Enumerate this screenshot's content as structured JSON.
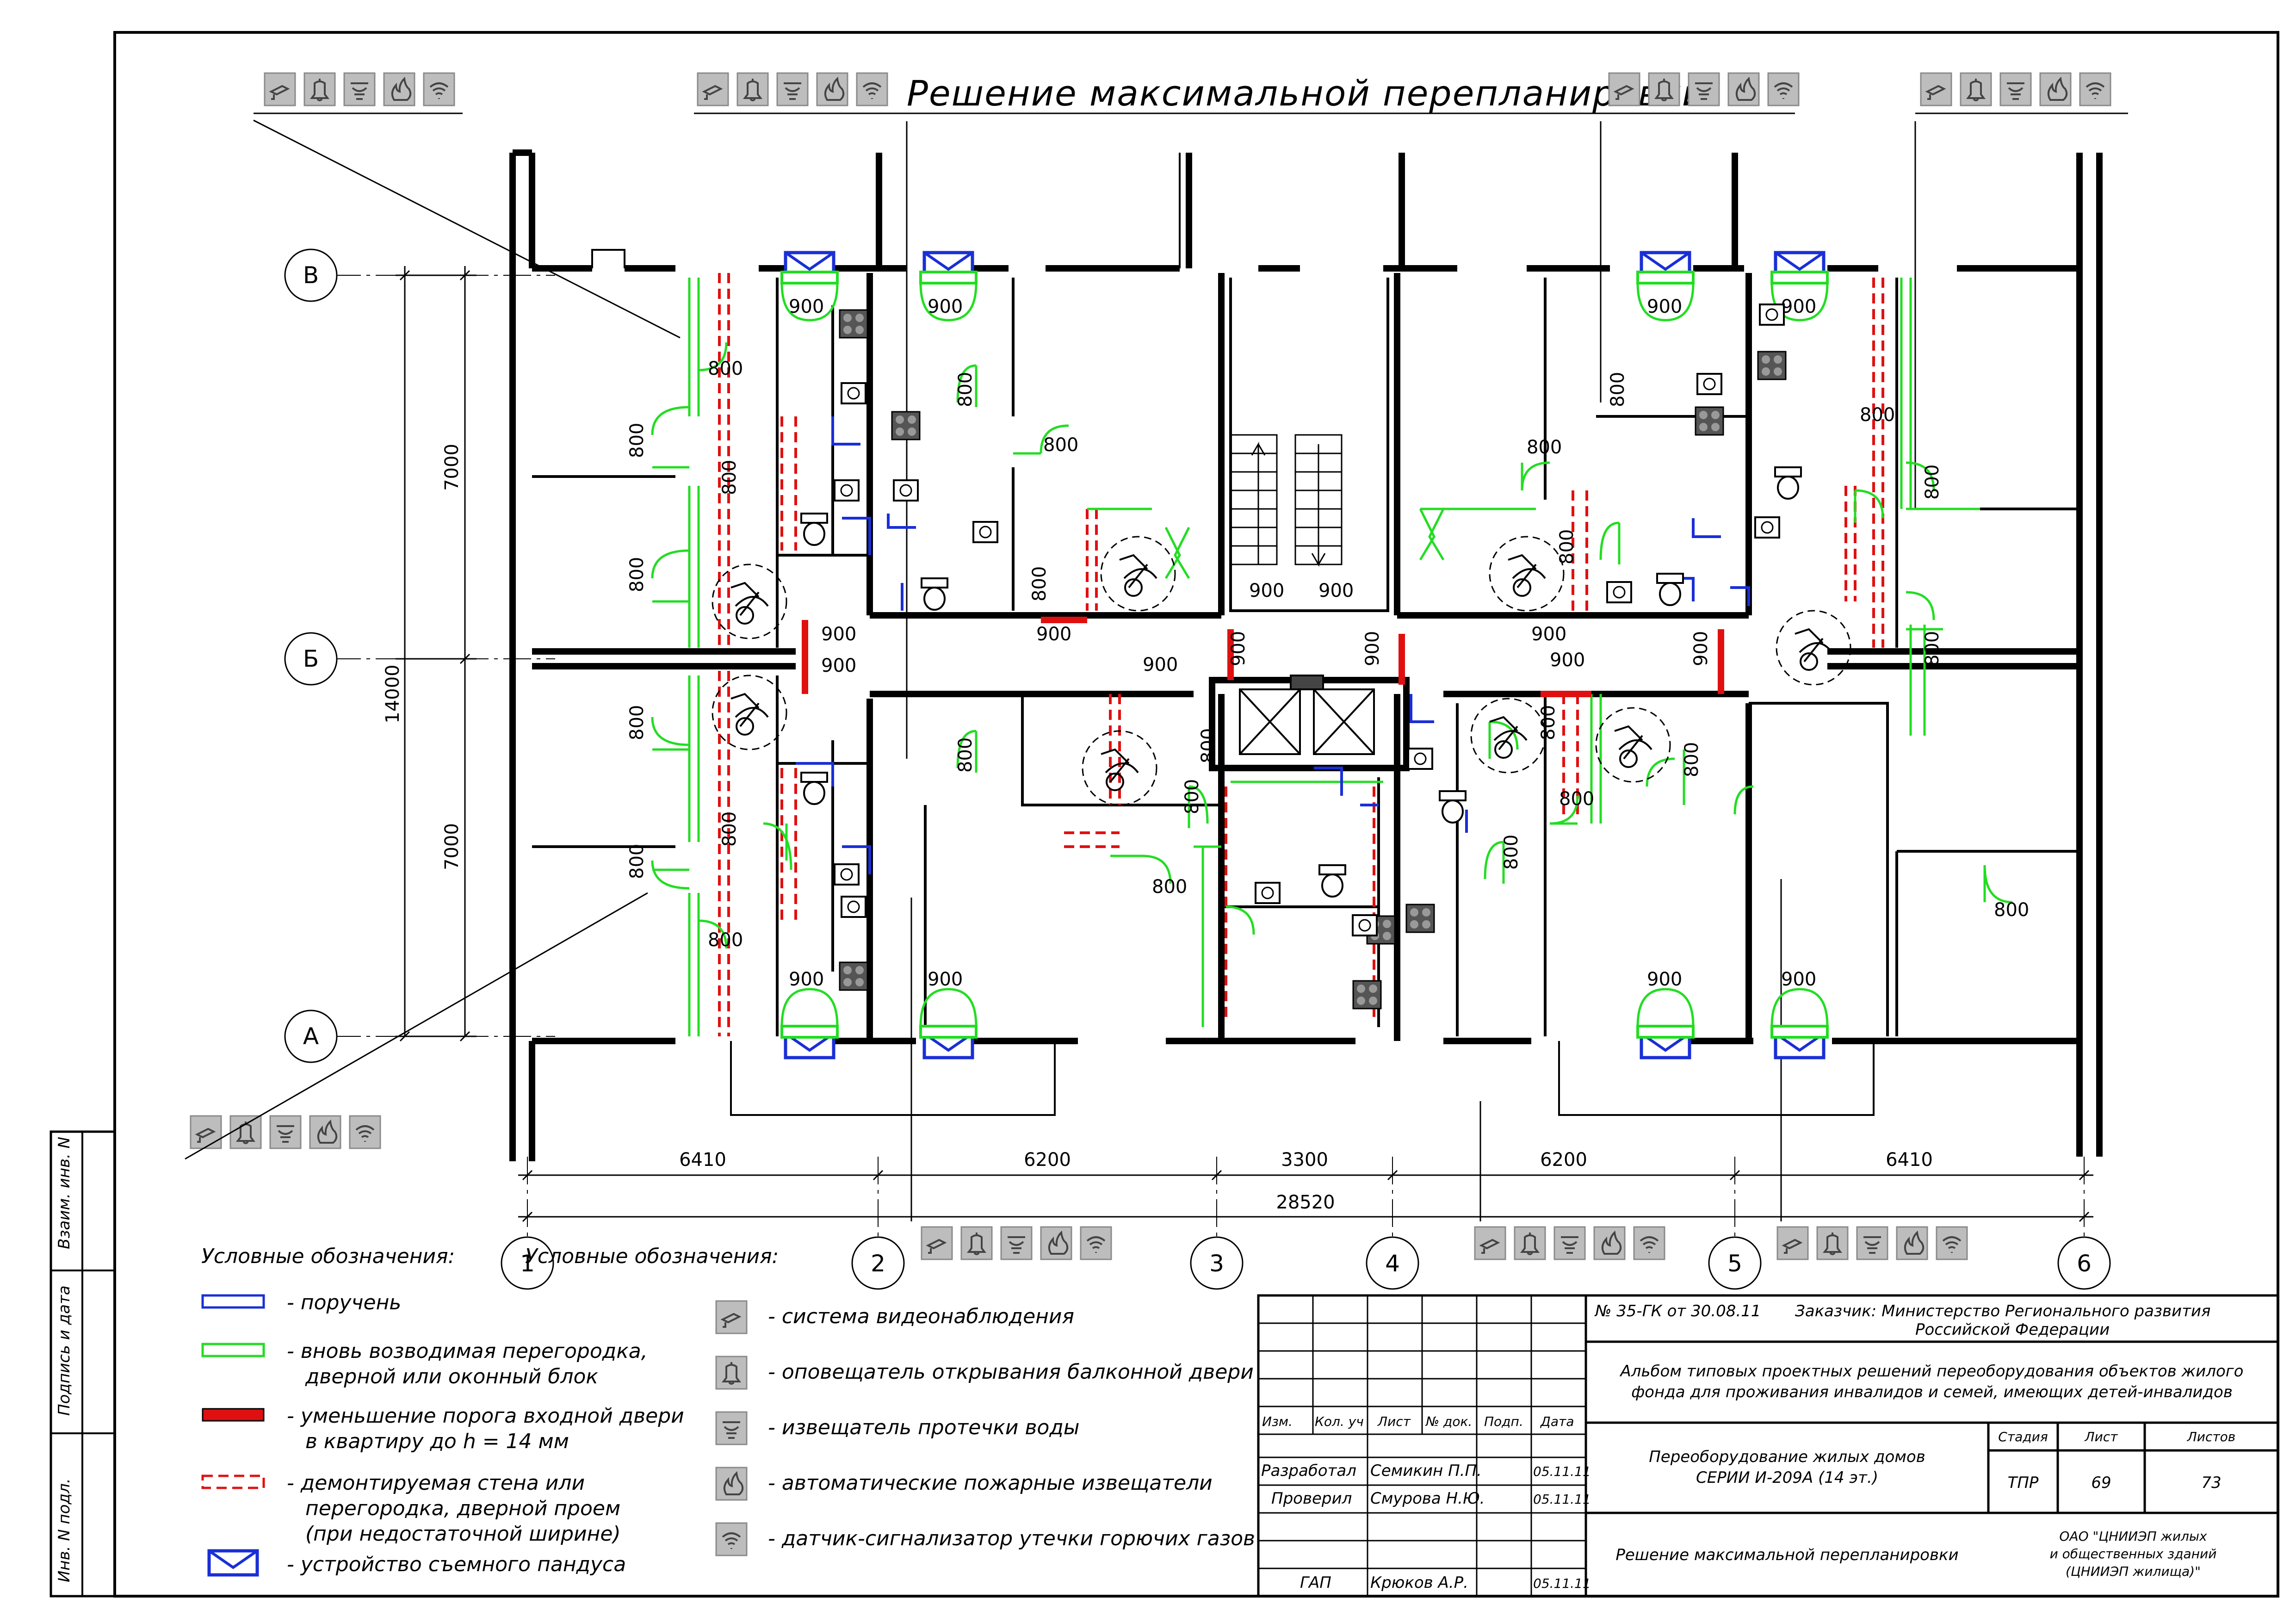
{
  "title": "Решение максимальной перепланировки",
  "axes": {
    "rows": [
      "В",
      "Б",
      "А"
    ],
    "columns": [
      "1",
      "2",
      "3",
      "4",
      "5",
      "6"
    ]
  },
  "dimensions": {
    "vertical_upper": "7000",
    "vertical_total": "14000",
    "vertical_lower": "7000",
    "bottom_spans": [
      "6410",
      "6200",
      "3300",
      "6200",
      "6410"
    ],
    "bottom_total": "28520",
    "window_marks": "900",
    "door_marks": "800"
  },
  "legend": {
    "heading_left": "Условные обозначения:",
    "heading_right": "Условные обозначения:",
    "left_items": [
      {
        "text": "- поручень",
        "symbol": "handrail",
        "color": "#1a2fd6"
      },
      {
        "text": "- вновь возводимая перегородка,",
        "text2": "дверной или оконный блок",
        "symbol": "new-partition",
        "color": "#22dd22"
      },
      {
        "text": "- уменьшение порога входной двери",
        "text2": "в квартиру до h = 14 мм",
        "symbol": "threshold",
        "color": "#e01010"
      },
      {
        "text": "- демонтируемая стена или",
        "text2": "перегородка, дверной проем",
        "text3": "(при недостаточной ширине)",
        "symbol": "demolished",
        "color": "#e01010"
      },
      {
        "text": "- устройство съемного пандуса",
        "symbol": "ramp",
        "color": "#1a2fd6"
      }
    ],
    "right_items": [
      {
        "text": "- система видеонаблюдения",
        "icon": "camera-icon"
      },
      {
        "text": "- оповещатель открывания балконной двери",
        "icon": "bell-icon"
      },
      {
        "text": "- извещатель протечки воды",
        "icon": "water-leak-icon"
      },
      {
        "text": "- автоматические пожарные извещатели",
        "icon": "fire-icon"
      },
      {
        "text": "- датчик-сигнализатор утечки горючих газов",
        "icon": "gas-icon"
      }
    ]
  },
  "stamp": {
    "contract": "№ 35-ГК от 30.08.11",
    "customer": "Заказчик: Министерство Регионального развития",
    "customer2": "Российской Федерации",
    "album": "Альбом типовых проектных решений переоборудования объектов жилого",
    "album2": "фонда для проживания инвалидов и семей, имеющих детей-инвалидов",
    "project": "Переоборудование жилых домов",
    "project2": "СЕРИИ И-209А (14 эт.)",
    "sheet_name": "Решение максимальной перепланировки",
    "org": "ОАО \"ЦНИИЭП жилых",
    "org2": "и общественных зданий",
    "org3": "(ЦНИИЭП жилища)\"",
    "headers": [
      "Изм.",
      "Кол. уч",
      "Лист",
      "№ док.",
      "Подп.",
      "Дата"
    ],
    "stage_label": "Стадия",
    "sheet_label": "Лист",
    "sheets_label": "Листов",
    "stage": "ТПР",
    "sheet": "69",
    "sheets": "73",
    "rows": [
      {
        "role": "Разработал",
        "name": "Семикин П.П.",
        "date": "05.11.11"
      },
      {
        "role": "Проверил",
        "name": "Смурова Н.Ю.",
        "date": "05.11.11"
      },
      {
        "role": "ГАП",
        "name": "Крюков А.Р.",
        "date": "05.11.11"
      }
    ]
  },
  "side_labels": [
    "Взаим. инв. N",
    "Подпись и дата",
    "Инв. N подл."
  ],
  "colors": {
    "wall": "#000000",
    "new": "#22dd22",
    "demolish": "#e01010",
    "rail": "#1a2fd6",
    "icon_bg": "#bdbdbd"
  }
}
